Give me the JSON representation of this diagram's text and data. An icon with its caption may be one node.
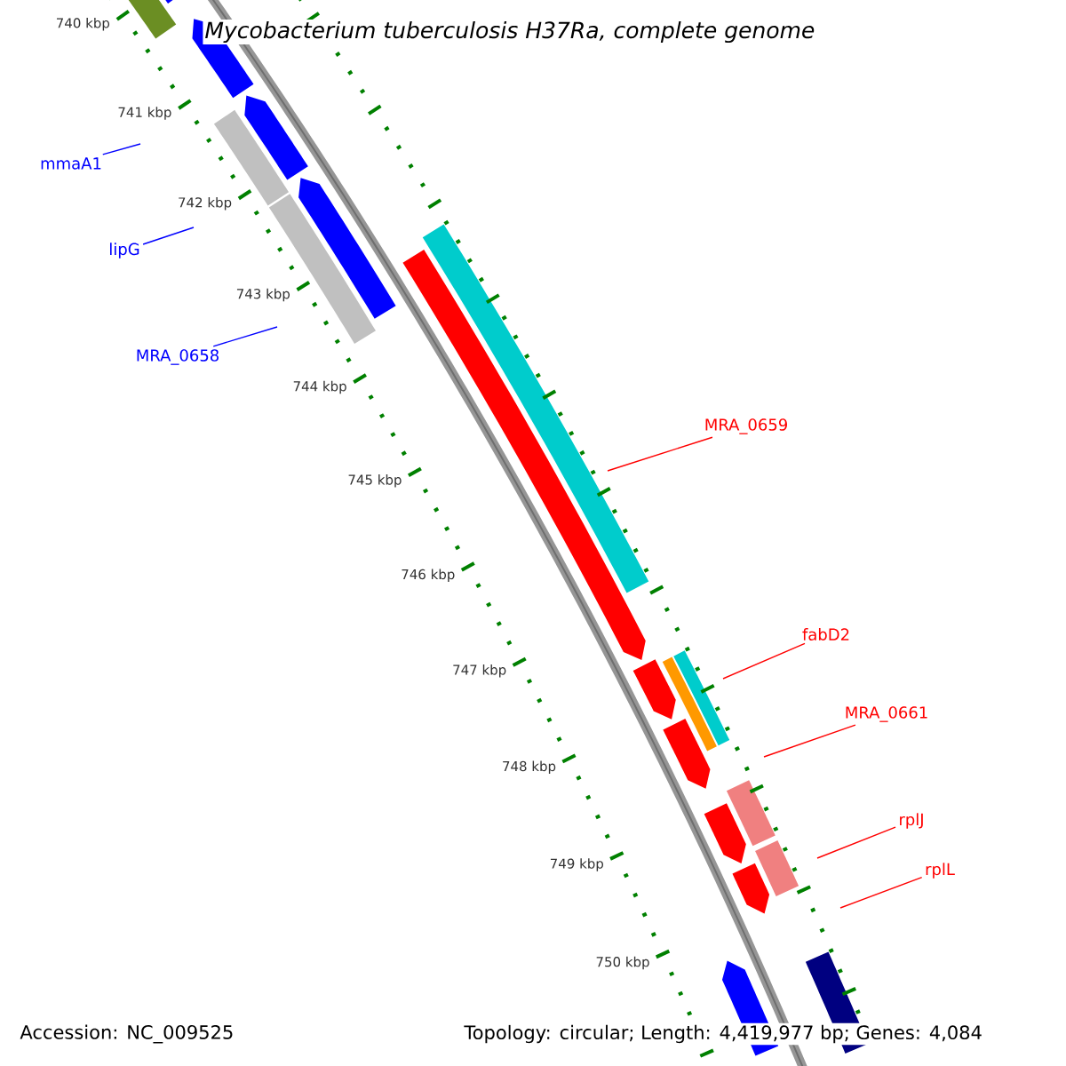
{
  "diagram": {
    "title": "Mycobacterium tuberculosis H37Ra, complete genome",
    "nodes": [
      {
        "text": [
          "mmaA1"
        ]
      },
      {
        "text": [
          "lipG"
        ]
      },
      {
        "text": [
          "MRA_0658"
        ]
      },
      {
        "text": [
          "MRA_0659"
        ]
      },
      {
        "text": [
          "fabD2"
        ]
      },
      {
        "text": [
          "MRA_0661"
        ]
      },
      {
        "text": [
          "rplJ"
        ]
      },
      {
        "text": [
          "rplL"
        ]
      }
    ],
    "edges": [
      {
        "from": 0,
        "to": null,
        "arrow": "none",
        "color": "#0000ff"
      },
      {
        "from": 1,
        "to": null,
        "arrow": "none",
        "color": "#0000ff"
      },
      {
        "from": 2,
        "to": null,
        "arrow": "none",
        "color": "#0000ff"
      },
      {
        "from": 3,
        "to": null,
        "arrow": "none"
      },
      {
        "from": 4,
        "to": null,
        "arrow": "none"
      },
      {
        "from": 5,
        "to": null,
        "arrow": "none"
      },
      {
        "from": 6,
        "to": null,
        "arrow": "none"
      },
      {
        "from": 7,
        "to": null,
        "arrow": "none"
      }
    ],
    "labels": [
      "740 kbp",
      "741 kbp",
      "742 kbp",
      "743 kbp",
      "744 kbp",
      "745 kbp",
      "746 kbp",
      "747 kbp",
      "748 kbp",
      "749 kbp",
      "750 kbp",
      "Accession: NC_009525",
      "Topology: circular; Length: 4,419,977 bp; Genes: 4,084"
    ]
  }
}
